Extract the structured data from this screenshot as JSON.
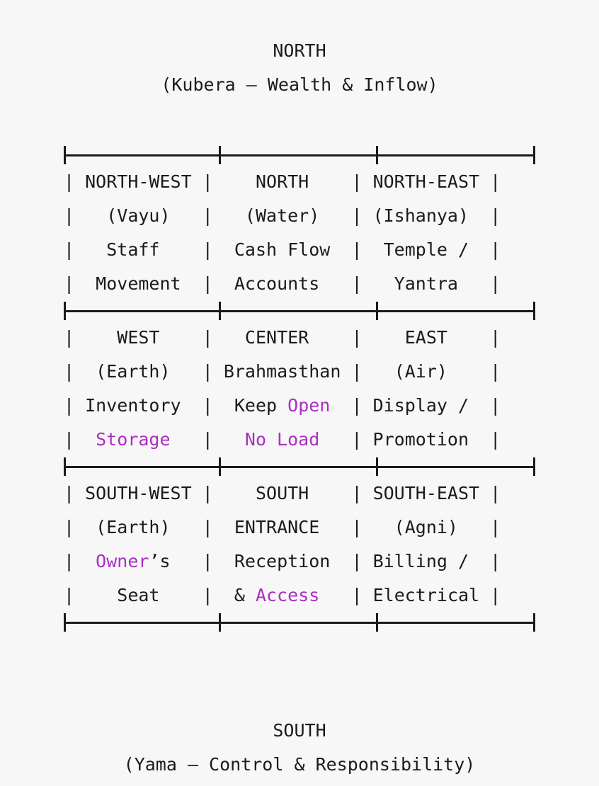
{
  "meta": {
    "background": "#f7f7f7",
    "text_color": "#1b1b1b",
    "highlight_color": "#aa2fc0"
  },
  "top_caption": {
    "title": "NORTH",
    "subtitle": "(Kubera — Wealth & Inflow)"
  },
  "bottom_caption": {
    "title": "SOUTH",
    "subtitle": "(Yama — Control & Responsibility)"
  },
  "grid": {
    "rows": [
      {
        "name": "north-row",
        "cells": [
          {
            "name": "north-west",
            "lines": [
              [
                {
                  "t": "NORTH-WEST",
                  "hl": false
                }
              ],
              [
                {
                  "t": " (Vayu) ",
                  "hl": false
                }
              ],
              [
                {
                  "t": "Staff",
                  "hl": false
                }
              ],
              [
                {
                  "t": "Movement",
                  "hl": false
                }
              ]
            ]
          },
          {
            "name": "north",
            "lines": [
              [
                {
                  "t": "  NORTH  ",
                  "hl": false
                }
              ],
              [
                {
                  "t": " (Water) ",
                  "hl": false
                }
              ],
              [
                {
                  "t": "Cash Flow",
                  "hl": false
                }
              ],
              [
                {
                  "t": "Accounts",
                  "hl": false
                }
              ]
            ]
          },
          {
            "name": "north-east",
            "lines": [
              [
                {
                  "t": "NORTH-EAST",
                  "hl": false
                }
              ],
              [
                {
                  "t": "(Ishanya)",
                  "hl": false
                }
              ],
              [
                {
                  "t": "Temple /",
                  "hl": false
                }
              ],
              [
                {
                  "t": "Yantra",
                  "hl": false
                }
              ]
            ]
          }
        ]
      },
      {
        "name": "middle-row",
        "cells": [
          {
            "name": "west",
            "lines": [
              [
                {
                  "t": "  WEST  ",
                  "hl": false
                }
              ],
              [
                {
                  "t": " (Earth) ",
                  "hl": false
                }
              ],
              [
                {
                  "t": "Inventory",
                  "hl": false
                }
              ],
              [
                {
                  "t": "Storage",
                  "hl": true
                }
              ]
            ]
          },
          {
            "name": "center",
            "lines": [
              [
                {
                  "t": "  CENTER  ",
                  "hl": false
                }
              ],
              [
                {
                  "t": "Brahmasthan",
                  "hl": false
                }
              ],
              [
                {
                  "t": "Keep ",
                  "hl": false
                },
                {
                  "t": "Open",
                  "hl": true
                }
              ],
              [
                {
                  "t": "No Load",
                  "hl": true
                }
              ]
            ]
          },
          {
            "name": "east",
            "lines": [
              [
                {
                  "t": "  EAST  ",
                  "hl": false
                }
              ],
              [
                {
                  "t": " (Air) ",
                  "hl": false
                }
              ],
              [
                {
                  "t": "Display /",
                  "hl": false
                }
              ],
              [
                {
                  "t": "Promotion",
                  "hl": false
                }
              ]
            ]
          }
        ]
      },
      {
        "name": "south-row",
        "cells": [
          {
            "name": "south-west",
            "lines": [
              [
                {
                  "t": "SOUTH-WEST",
                  "hl": false
                }
              ],
              [
                {
                  "t": "(Earth)",
                  "hl": false
                }
              ],
              [
                {
                  "t": "Owner",
                  "hl": true
                },
                {
                  "t": "’s",
                  "hl": false
                }
              ],
              [
                {
                  "t": "Seat",
                  "hl": false
                }
              ]
            ]
          },
          {
            "name": "south",
            "lines": [
              [
                {
                  "t": "  SOUTH  ",
                  "hl": false
                }
              ],
              [
                {
                  "t": "ENTRANCE",
                  "hl": false
                }
              ],
              [
                {
                  "t": "Reception",
                  "hl": false
                }
              ],
              [
                {
                  "t": "& ",
                  "hl": false
                },
                {
                  "t": "Access",
                  "hl": true
                }
              ]
            ]
          },
          {
            "name": "south-east",
            "lines": [
              [
                {
                  "t": "SOUTH-EAST",
                  "hl": false
                }
              ],
              [
                {
                  "t": " (Agni) ",
                  "hl": false
                }
              ],
              [
                {
                  "t": "Billing /",
                  "hl": false
                }
              ],
              [
                {
                  "t": "Electrical",
                  "hl": false
                }
              ]
            ]
          }
        ]
      }
    ]
  }
}
